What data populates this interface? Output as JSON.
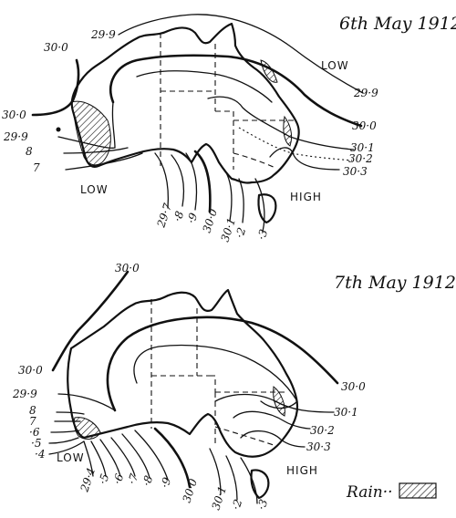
{
  "map1": {
    "date": "6th May 1912",
    "systems": [
      "LOW",
      "LOW",
      "HIGH"
    ],
    "isobar_labels": [
      "30·0",
      "29·9",
      "30·0",
      "29·9",
      "8",
      "7",
      "29·9",
      "30·0",
      "30·1",
      "30·2",
      "30·3",
      "29·7",
      "·8",
      "·9",
      "30·0",
      "30·1",
      "·2",
      "·3"
    ]
  },
  "map2": {
    "date": "7th May 1912",
    "systems": [
      "LOW",
      "HIGH"
    ],
    "isobar_labels": [
      "30·0",
      "30·0",
      "29·9",
      "8",
      "7",
      "·6",
      "·5",
      "·4",
      "30·0",
      "30·1",
      "30·2",
      "30·3",
      "29·4",
      "·5",
      "·6",
      "·7",
      "·8",
      "·9",
      "30·0",
      "30·1",
      "·2",
      "·3"
    ]
  },
  "legend": {
    "label": "Rain··"
  },
  "colors": {
    "ink": "#111111",
    "paper": "#ffffff"
  }
}
